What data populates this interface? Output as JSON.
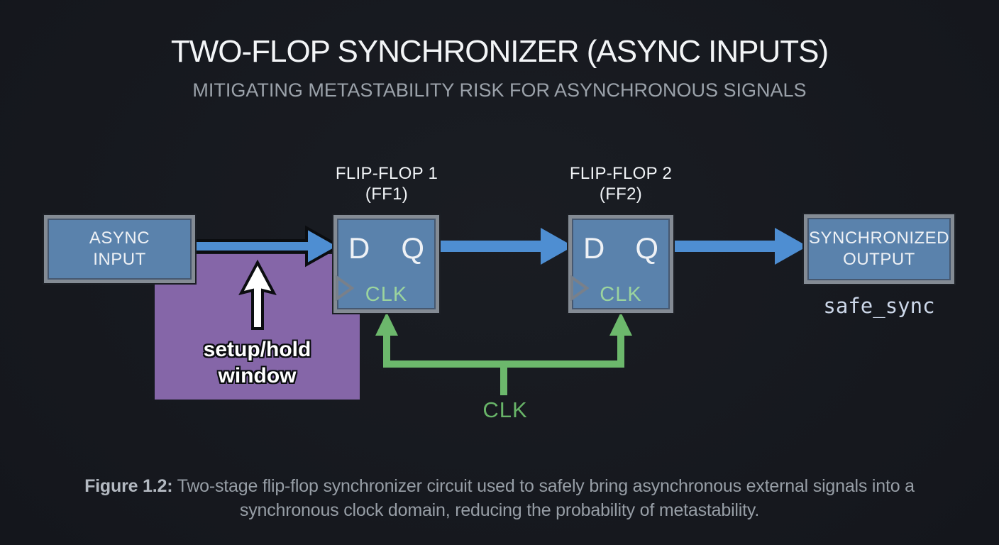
{
  "header": {
    "title": "TWO-FLOP SYNCHRONIZER (ASYNC INPUTS)",
    "subtitle": "MITIGATING METASTABILITY RISK FOR ASYNCHRONOUS SIGNALS"
  },
  "diagram": {
    "async_input": {
      "line1": "ASYNC",
      "line2": "INPUT"
    },
    "ff1": {
      "title": "FLIP-FLOP 1",
      "subtitle": "(FF1)",
      "d": "D",
      "q": "Q",
      "clk": "CLK"
    },
    "ff2": {
      "title": "FLIP-FLOP 2",
      "subtitle": "(FF2)",
      "d": "D",
      "q": "Q",
      "clk": "CLK"
    },
    "output": {
      "line1": "SYNCHRONIZED",
      "line2": "OUTPUT",
      "signal_name": "safe_sync"
    },
    "setup_hold_window": {
      "line1": "setup/hold",
      "line2": "window"
    },
    "clock": {
      "label": "CLK"
    }
  },
  "caption": {
    "prefix": "Figure 1.2:",
    "body": "Two-stage flip-flop synchronizer circuit used to safely bring asynchronous external signals into a synchronous clock domain, reducing the probability of metastability."
  },
  "colors": {
    "background": "#14161c",
    "box_fill": "#5a82ac",
    "box_border": "#848b94",
    "arrow_blue": "#4e8ed2",
    "clock_green": "#6cb86c",
    "clk_pin_green": "#9bd49e",
    "window_purple": "#8566a8",
    "title_white": "#f3f5f7",
    "muted_gray": "#9ba2aa",
    "signal_mono_blue": "#ccd7e9",
    "caption_gray": "#979ea6"
  }
}
